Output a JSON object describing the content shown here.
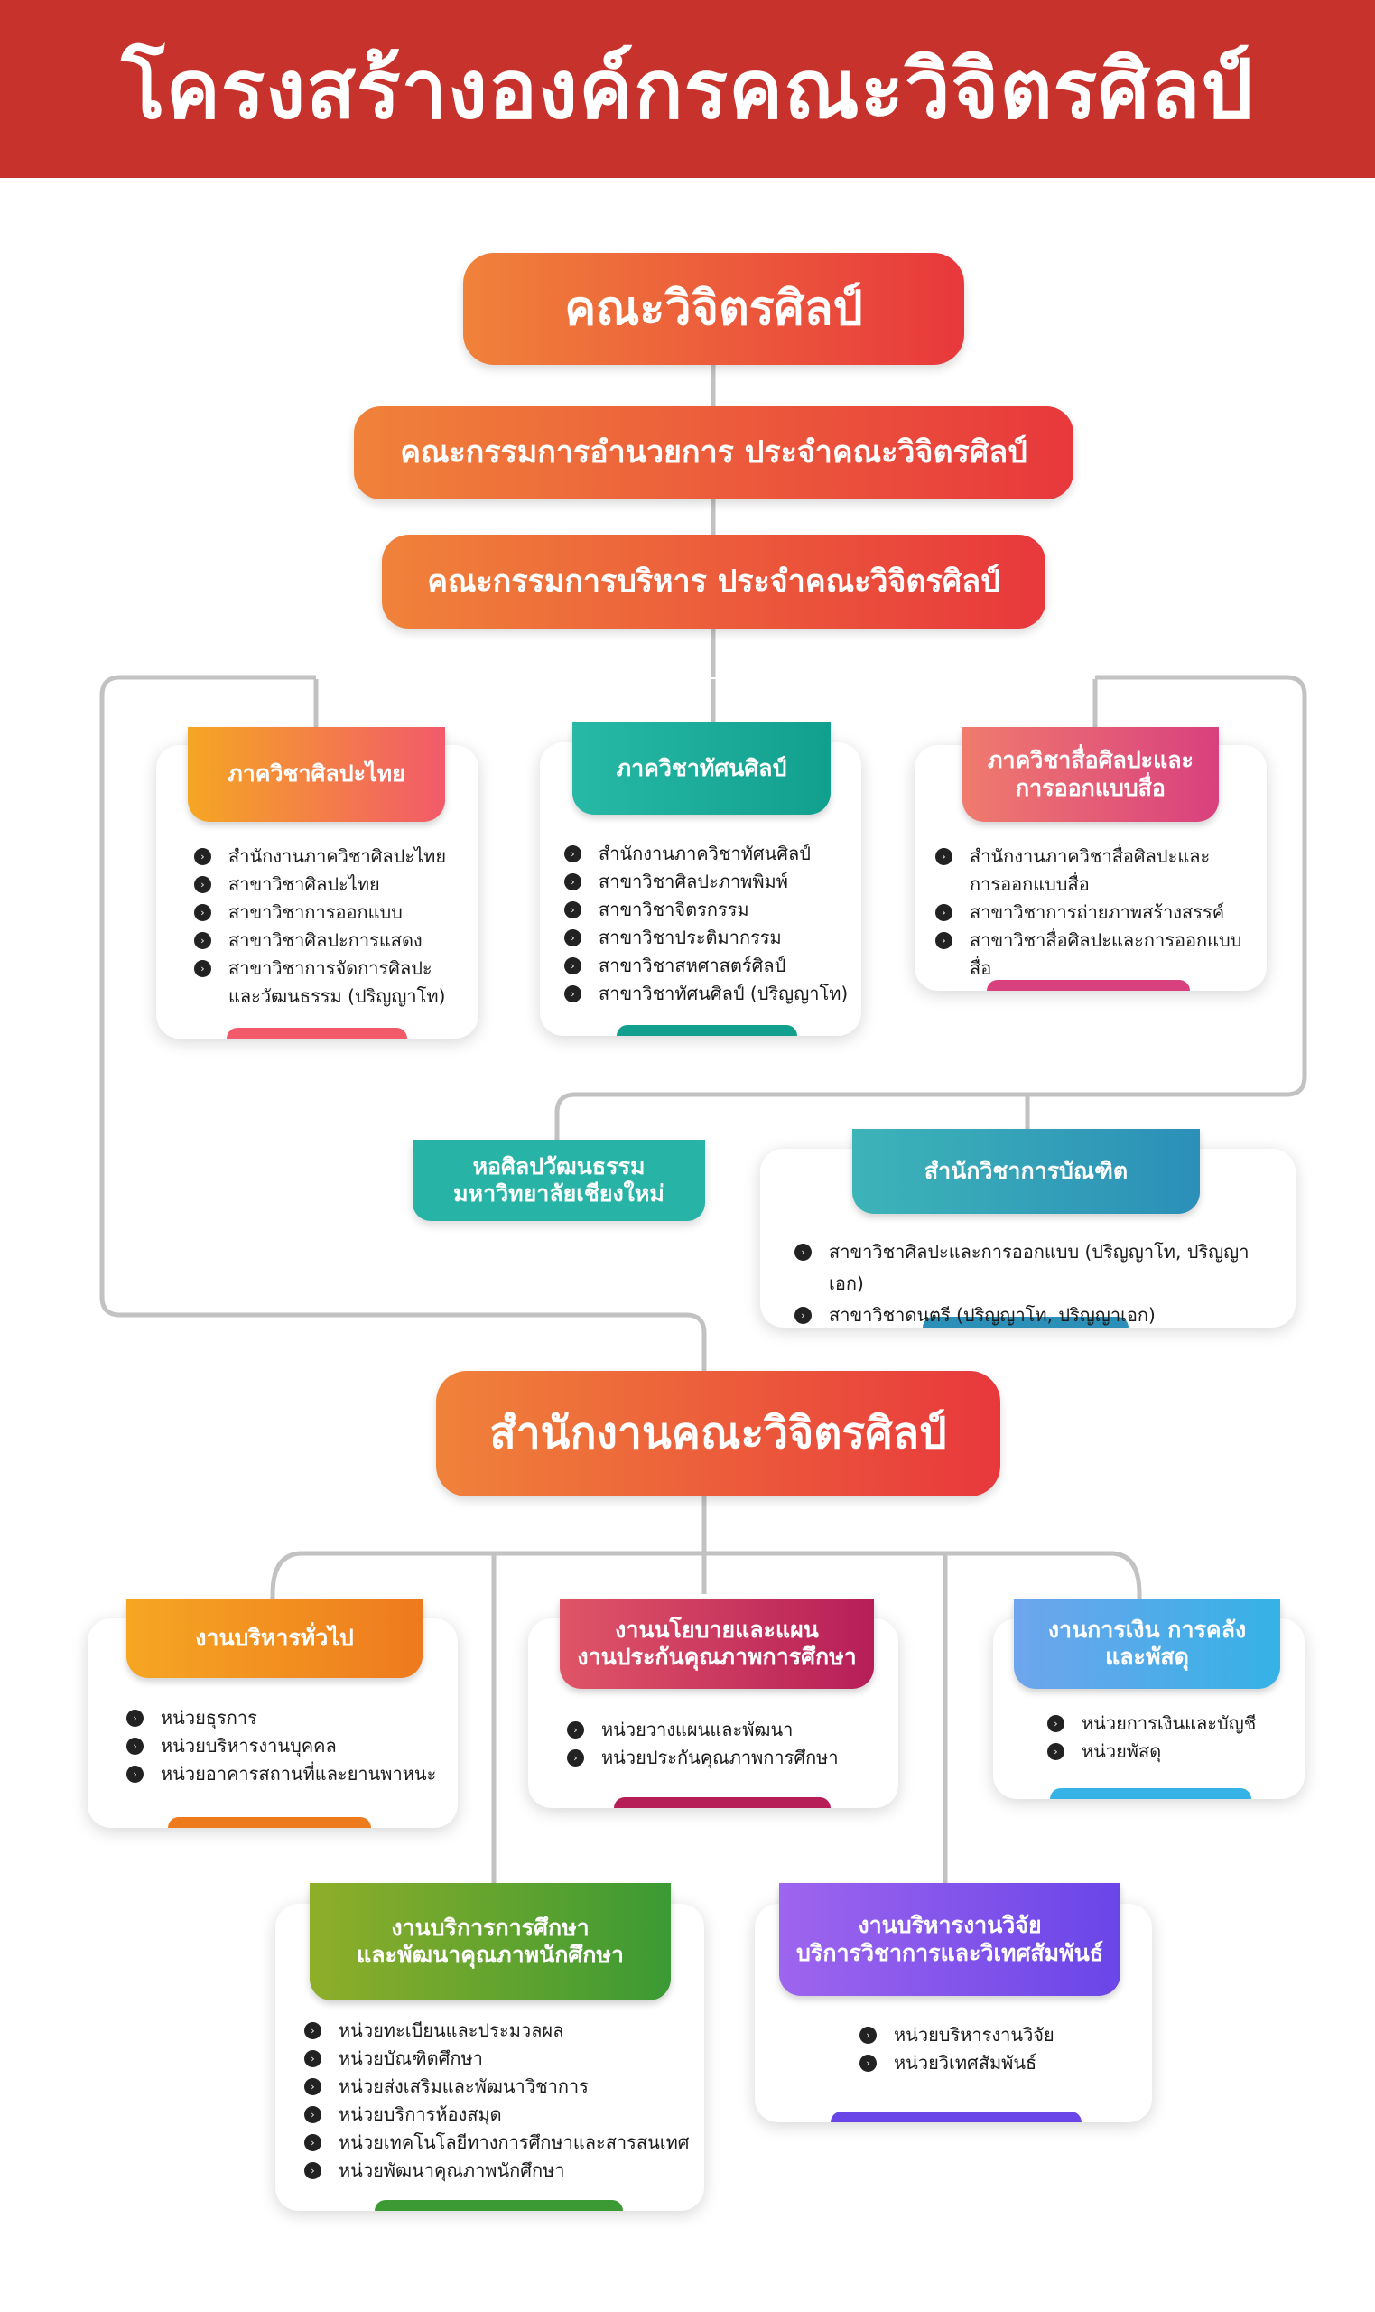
{
  "title": "โครงสร้างองค์กรคณะวิจิตรศิลป์",
  "colors": {
    "header": "#c7332c",
    "connector": "#c2c2c2",
    "orange_red_gradient": [
      "#f0823a",
      "#e8383c"
    ],
    "thai_art": [
      "#f5a623",
      "#f25a6a"
    ],
    "visual_art": [
      "#27b8a6",
      "#12a08e"
    ],
    "media_art": [
      "#f07b6e",
      "#d9407e"
    ],
    "museum": "#27b3a6",
    "graduate": [
      "#3db4b8",
      "#2b8fb8"
    ],
    "general_admin": [
      "#f6a623",
      "#ee7a1e"
    ],
    "policy": [
      "#e05567",
      "#b61e58"
    ],
    "finance": [
      "#6ea5ec",
      "#35b2e6"
    ],
    "education": [
      "#8fae29",
      "#3b9a34"
    ],
    "research": [
      "#9e65ee",
      "#6a45e8"
    ]
  },
  "faculty": "คณะวิจิตรศิลป์",
  "committee_1": "คณะกรรมการอำนวยการ ประจำคณะวิจิตรศิลป์",
  "committee_2": "คณะกรรมการบริหาร ประจำคณะวิจิตรศิลป์",
  "departments": [
    {
      "name_lines": [
        "ภาควิชาศิลปะไทย"
      ],
      "items": [
        "สำนักงานภาควิชาศิลปะไทย",
        "สาขาวิชาศิลปะไทย",
        "สาขาวิชาการออกแบบ",
        "สาขาวิชาศิลปะการแสดง",
        "สาขาวิชาการจัดการศิลปะ และวัฒนธรรม (ปริญญาโท)"
      ]
    },
    {
      "name_lines": [
        "ภาควิชาทัศนศิลป์"
      ],
      "items": [
        "สำนักงานภาควิชาทัศนศิลป์",
        "สาขาวิชาศิลปะภาพพิมพ์",
        "สาขาวิชาจิตรกรรม",
        "สาขาวิชาประติมากรรม",
        "สาขาวิชาสหศาสตร์ศิลป์",
        "สาขาวิชาทัศนศิลป์ (ปริญญาโท)"
      ]
    },
    {
      "name_lines": [
        "ภาควิชาสื่อศิลปะและ",
        "การออกแบบสื่อ"
      ],
      "items": [
        "สำนักงานภาควิชาสื่อศิลปะและ การออกแบบสื่อ",
        "สาขาวิชาการถ่ายภาพสร้างสรรค์",
        "สาขาวิชาสื่อศิลปะและการออกแบบสื่อ"
      ]
    }
  ],
  "museum_lines": [
    "หอศิลปวัฒนธรรม",
    "มหาวิทยาลัยเชียงใหม่"
  ],
  "graduate": {
    "name_lines": [
      "สำนักวิชาการบัณฑิต"
    ],
    "items": [
      "สาขาวิชาศิลปะและการออกแบบ (ปริญญาโท, ปริญญาเอก)",
      "สาขาวิชาดนตรี (ปริญญาโท, ปริญญาเอก)"
    ]
  },
  "office": "สำนักงานคณะวิจิตรศิลป์",
  "units": [
    {
      "name_lines": [
        "งานบริหารทั่วไป"
      ],
      "items": [
        "หน่วยธุรการ",
        "หน่วยบริหารงานบุคคล",
        "หน่วยอาคารสถานที่และยานพาหนะ"
      ]
    },
    {
      "name_lines": [
        "งานนโยบายและแผน",
        "งานประกันคุณภาพการศึกษา"
      ],
      "items": [
        "หน่วยวางแผนและพัฒนา",
        "หน่วยประกันคุณภาพการศึกษา"
      ]
    },
    {
      "name_lines": [
        "งานการเงิน การคลัง",
        "และพัสดุ"
      ],
      "items": [
        "หน่วยการเงินและบัญชี",
        "หน่วยพัสดุ"
      ]
    },
    {
      "name_lines": [
        "งานบริการการศึกษา",
        "และพัฒนาคุณภาพนักศึกษา"
      ],
      "items": [
        "หน่วยทะเบียนและประมวลผล",
        "หน่วยบัณฑิตศึกษา",
        "หน่วยส่งเสริมและพัฒนาวิชาการ",
        "หน่วยบริการห้องสมุด",
        "หน่วยเทคโนโลยีทางการศึกษาและสารสนเทศ",
        "หน่วยพัฒนาคุณภาพนักศึกษา"
      ]
    },
    {
      "name_lines": [
        "งานบริหารงานวิจัย",
        "บริการวิชาการและวิเทศสัมพันธ์"
      ],
      "items": [
        "หน่วยบริหารงานวิจัย",
        "หน่วยวิเทศสัมพันธ์"
      ]
    }
  ]
}
